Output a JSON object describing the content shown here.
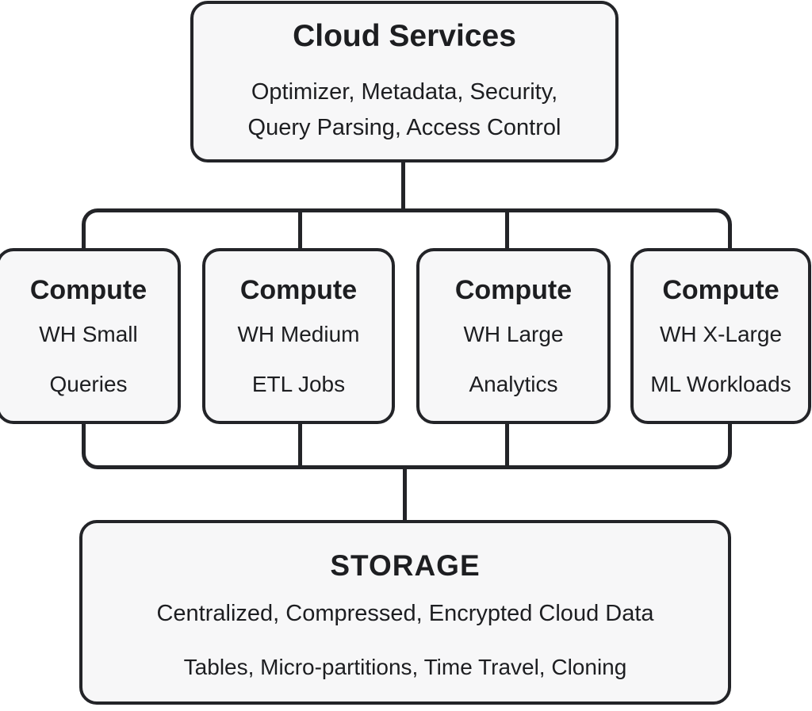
{
  "diagram": {
    "cloud_services": {
      "title": "Cloud Services",
      "subtitle_line1": "Optimizer, Metadata, Security,",
      "subtitle_line2": "Query Parsing, Access Control"
    },
    "compute_nodes": [
      {
        "title": "Compute",
        "warehouse": "WH Small",
        "workload": "Queries"
      },
      {
        "title": "Compute",
        "warehouse": "WH Medium",
        "workload": "ETL Jobs"
      },
      {
        "title": "Compute",
        "warehouse": "WH Large",
        "workload": "Analytics"
      },
      {
        "title": "Compute",
        "warehouse": "WH X-Large",
        "workload": "ML Workloads"
      }
    ],
    "storage": {
      "title": "STORAGE",
      "subtitle_line1": "Centralized, Compressed, Encrypted Cloud Data",
      "subtitle_line2": "Tables, Micro-partitions, Time Travel, Cloning"
    }
  },
  "colors": {
    "border": "#232428",
    "node_fill": "#f7f7f8",
    "background": "#ffffff",
    "text": "#1d1e21"
  }
}
